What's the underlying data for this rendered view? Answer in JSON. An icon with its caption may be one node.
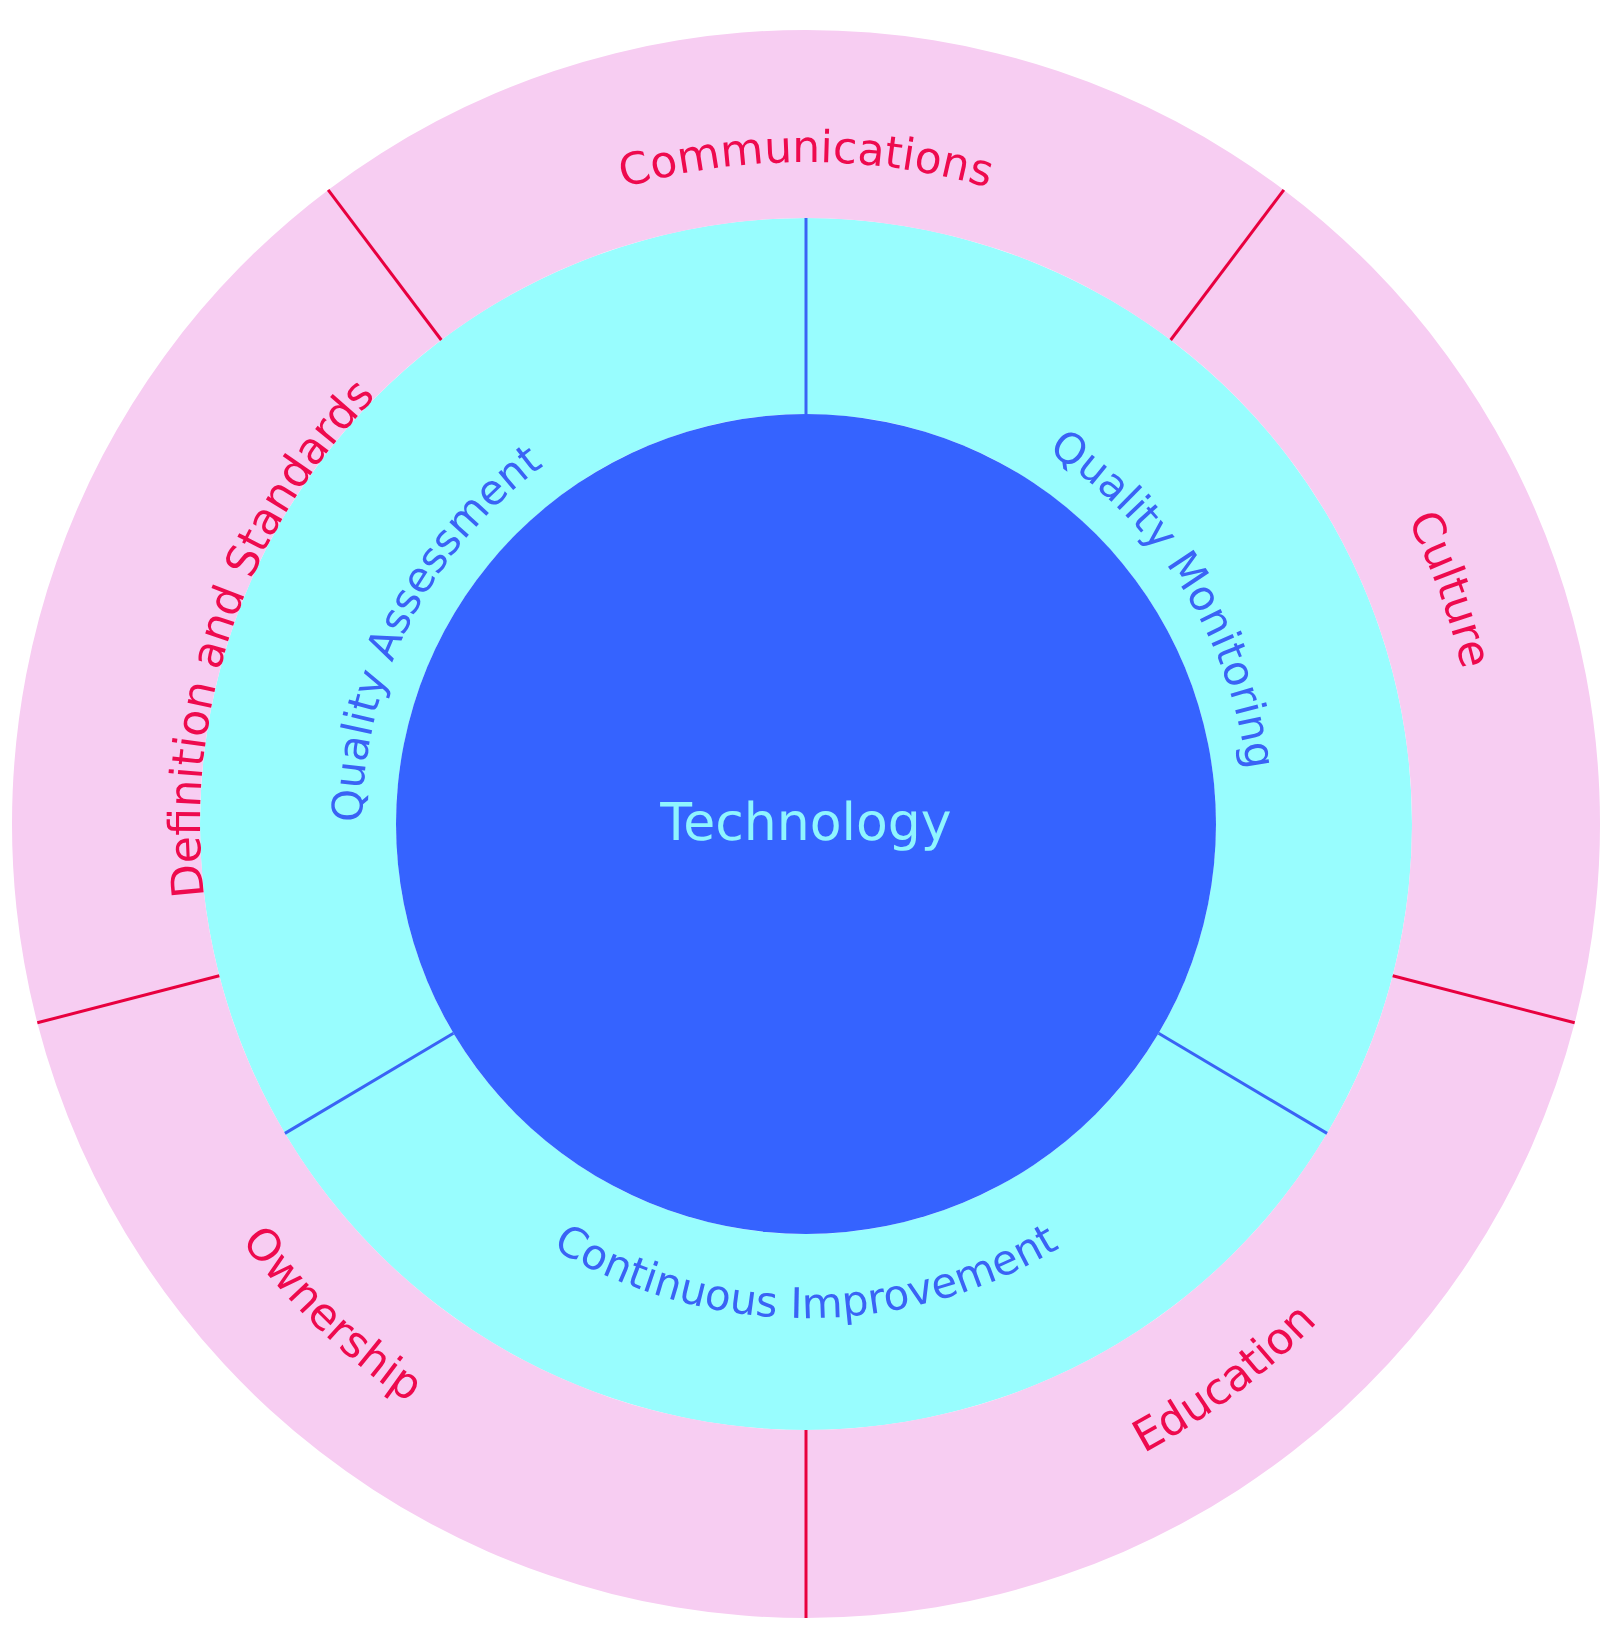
{
  "diagram": {
    "nodes": [
      {
        "text": [
          "Technology"
        ]
      },
      {
        "text": [
          "Quality Assessment"
        ]
      },
      {
        "text": [
          "Quality Monitoring"
        ]
      },
      {
        "text": [
          "Continuous Improvement"
        ]
      },
      {
        "text": [
          "Communications"
        ]
      },
      {
        "text": [
          "Definition and Standards"
        ]
      },
      {
        "text": [
          "Culture"
        ]
      },
      {
        "text": [
          "Ownership"
        ]
      },
      {
        "text": [
          "Education"
        ]
      }
    ]
  }
}
